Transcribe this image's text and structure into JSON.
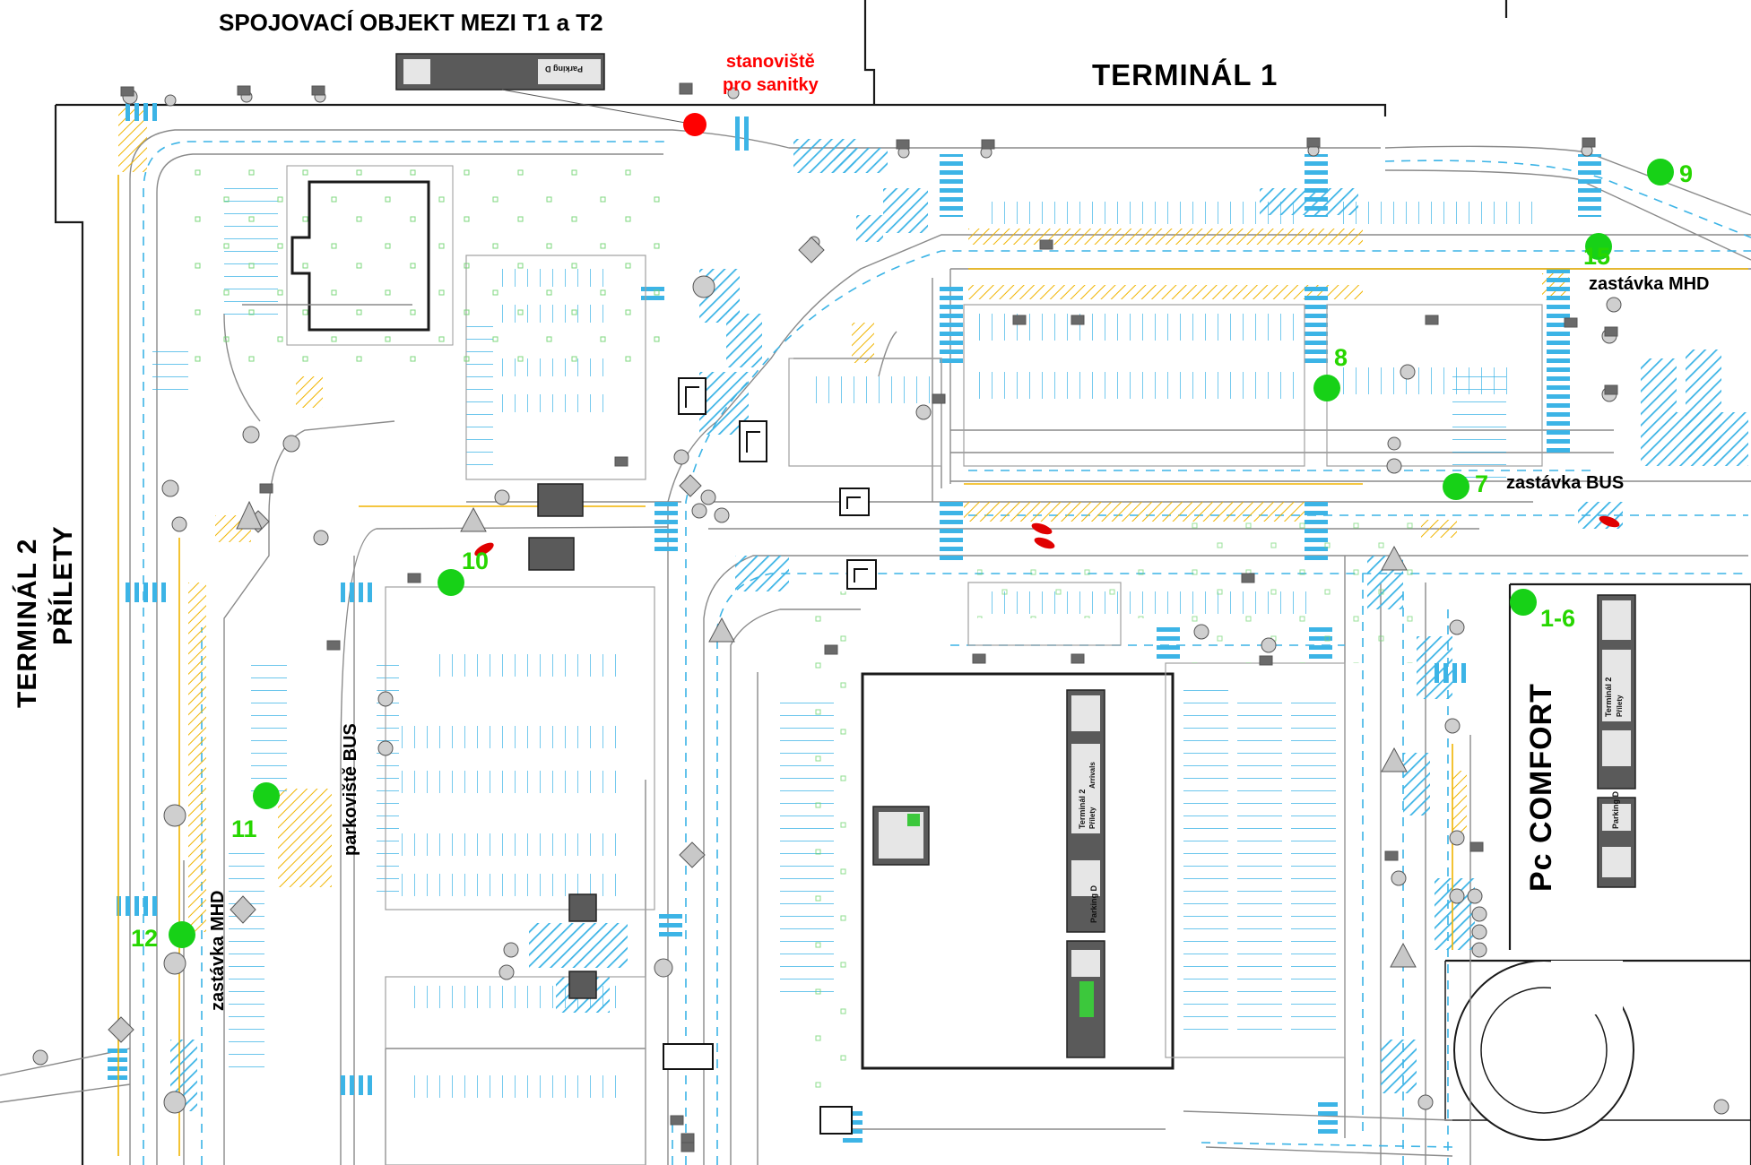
{
  "headings": {
    "connector": "SPOJOVACÍ OBJEKT MEZI T1 a T2",
    "terminal1": "TERMINÁL 1",
    "terminal2_line1": "TERMINÁL 2",
    "terminal2_line2": "PŘÍLETY",
    "pc_comfort": "Pc COMFORT",
    "ambulance": "stanoviště\npro sanitky"
  },
  "labels": {
    "stop_mhd_right": "zastávka MHD",
    "stop_bus": "zastávka BUS",
    "bus_parking": "parkoviště BUS",
    "stop_mhd_left": "zastávka MHD"
  },
  "points": [
    {
      "id": "9",
      "label": "9"
    },
    {
      "id": "15",
      "label": "15"
    },
    {
      "id": "8",
      "label": "8"
    },
    {
      "id": "7",
      "label": "7"
    },
    {
      "id": "1-6",
      "label": "1-6"
    },
    {
      "id": "10",
      "label": "10"
    },
    {
      "id": "11",
      "label": "11"
    },
    {
      "id": "12",
      "label": "12"
    }
  ],
  "signs": {
    "parking_d": "Parking D",
    "terminal2": "Terminál 2",
    "arrivals_cz": "Přílety",
    "arrivals_en": "Arrivals"
  },
  "colors": {
    "road_marking": "#3cb4e6",
    "hatch": "#f0b400",
    "point_marker": "#17d117",
    "ambulance_marker": "#ff0000",
    "sign_panel": "#5a5a5a"
  },
  "icons": [
    "parking-sign-icon",
    "arrow-sign-icon",
    "bus-stop-icon",
    "disabled-parking-icon"
  ]
}
